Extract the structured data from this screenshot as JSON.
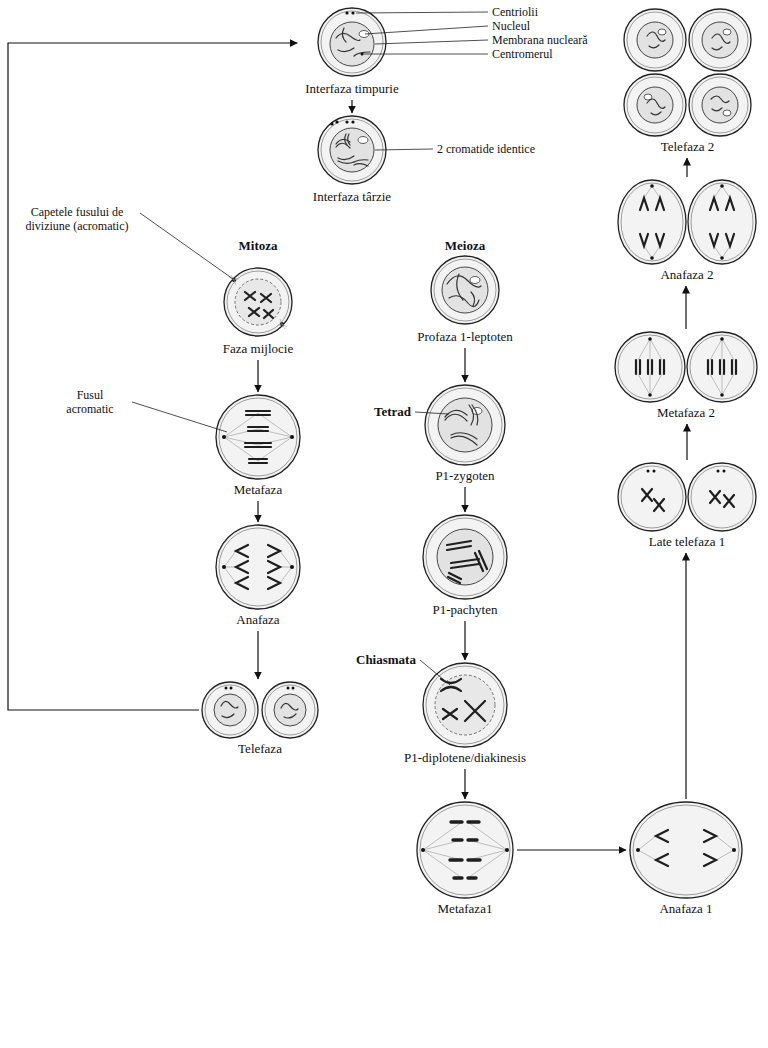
{
  "diagram": {
    "nodes": [
      {
        "text": [
          "Interfaza timpurie"
        ]
      },
      {
        "text": [
          "Interfaza târzie"
        ]
      },
      {
        "text": [
          "Faza mijlocie"
        ]
      },
      {
        "text": [
          "Profaza 1-leptoten"
        ]
      },
      {
        "text": [
          "Telefaza 2"
        ]
      },
      {
        "text": [
          "Metafaza"
        ]
      },
      {
        "text": [
          "P1-zygoten"
        ]
      },
      {
        "text": [
          "Anafaza 2"
        ]
      },
      {
        "text": [
          "Anafaza"
        ]
      },
      {
        "text": [
          "P1-pachyten"
        ]
      },
      {
        "text": [
          "Metafaza 2"
        ]
      },
      {
        "text": [
          "Telefaza"
        ]
      },
      {
        "text": [
          "P1-diplotene/diakinesis"
        ]
      },
      {
        "text": [
          "Late telefaza 1"
        ]
      },
      {
        "text": [
          "Metafaza1"
        ]
      },
      {
        "text": [
          "Anafaza 1"
        ]
      }
    ],
    "edges": [
      {
        "from": 0,
        "to": 1,
        "arrow": "to"
      },
      {
        "from": 2,
        "to": 5,
        "arrow": "to"
      },
      {
        "from": 5,
        "to": 8,
        "arrow": "to"
      },
      {
        "from": 8,
        "to": 11,
        "arrow": "to"
      },
      {
        "from": 11,
        "to": 0,
        "arrow": "to"
      },
      {
        "from": 3,
        "to": 6,
        "arrow": "to"
      },
      {
        "from": 6,
        "to": 9,
        "arrow": "to"
      },
      {
        "from": 9,
        "to": 12,
        "arrow": "to"
      },
      {
        "from": 12,
        "to": 14,
        "arrow": "to"
      },
      {
        "from": 14,
        "to": 15,
        "arrow": "to"
      },
      {
        "from": 15,
        "to": 13,
        "arrow": "to"
      },
      {
        "from": 13,
        "to": 10,
        "arrow": "to"
      },
      {
        "from": 10,
        "to": 7,
        "arrow": "to"
      },
      {
        "from": 7,
        "to": 4,
        "arrow": "to"
      }
    ],
    "labels": [
      "Centriolii",
      "Nucleul",
      "Membrana nucleară",
      "Centromerul",
      "2 cromatide identice",
      "Mitoza",
      "Meioza",
      "Capetele fusului de diviziune (acromatic)",
      "Fusul acromatic",
      "Tetrad",
      "Chiasmata"
    ]
  }
}
